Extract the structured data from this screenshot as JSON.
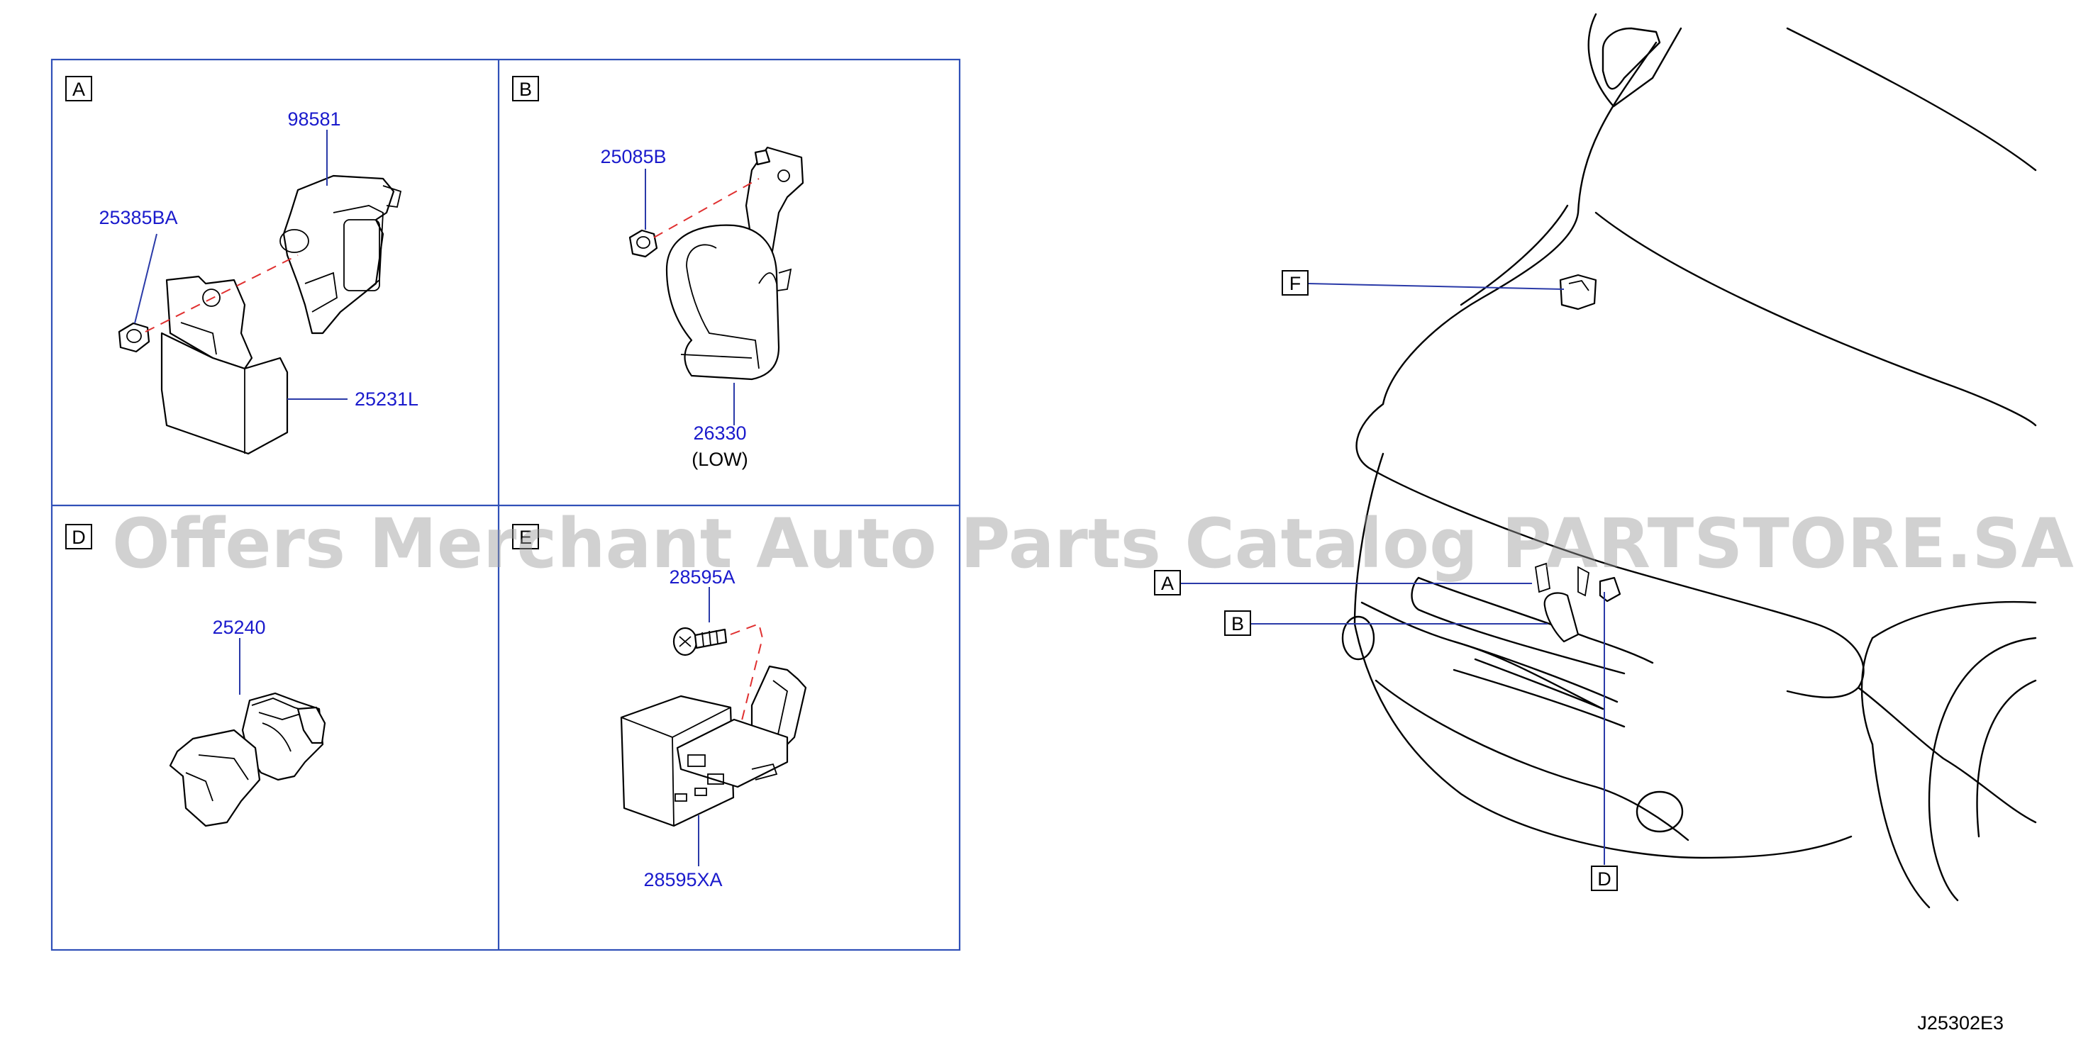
{
  "panels": {
    "A": {
      "tag": "A",
      "parts": [
        "98581",
        "25385BA",
        "25231L"
      ]
    },
    "B": {
      "tag": "B",
      "parts": [
        "25085B",
        "26330"
      ],
      "note": "(LOW)"
    },
    "D": {
      "tag": "D",
      "parts": [
        "25240"
      ]
    },
    "E": {
      "tag": "E",
      "parts": [
        "28595A",
        "28595XA"
      ]
    }
  },
  "vehicle_callouts": [
    "F",
    "A",
    "B",
    "D"
  ],
  "diagram_code": "J25302E3",
  "watermark": "Offers Merchant Auto Parts Catalog PARTSTORE.SA"
}
